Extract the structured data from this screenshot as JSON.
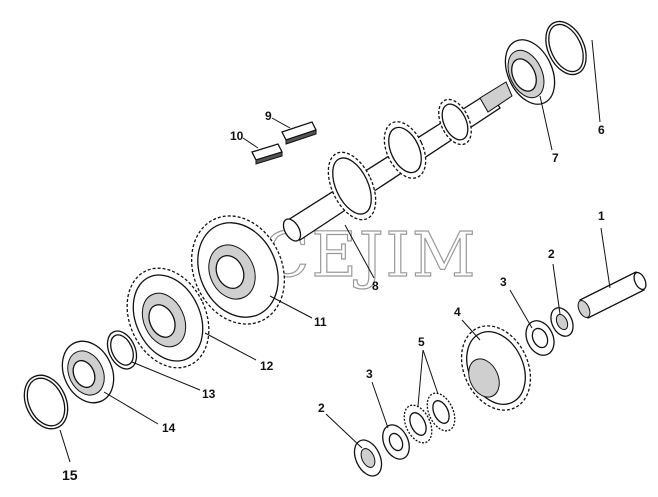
{
  "watermark": "CEJIM",
  "callouts": [
    {
      "id": "c1",
      "text": "1"
    },
    {
      "id": "c2a",
      "text": "2"
    },
    {
      "id": "c2b",
      "text": "2"
    },
    {
      "id": "c3a",
      "text": "3"
    },
    {
      "id": "c3b",
      "text": "3"
    },
    {
      "id": "c4",
      "text": "4"
    },
    {
      "id": "c5",
      "text": "5"
    },
    {
      "id": "c6",
      "text": "6"
    },
    {
      "id": "c7",
      "text": "7"
    },
    {
      "id": "c8",
      "text": "8"
    },
    {
      "id": "c9",
      "text": "9"
    },
    {
      "id": "c10",
      "text": "10"
    },
    {
      "id": "c11",
      "text": "11"
    },
    {
      "id": "c12",
      "text": "12"
    },
    {
      "id": "c13",
      "text": "13"
    },
    {
      "id": "c14",
      "text": "14"
    },
    {
      "id": "c15",
      "text": "15"
    }
  ]
}
